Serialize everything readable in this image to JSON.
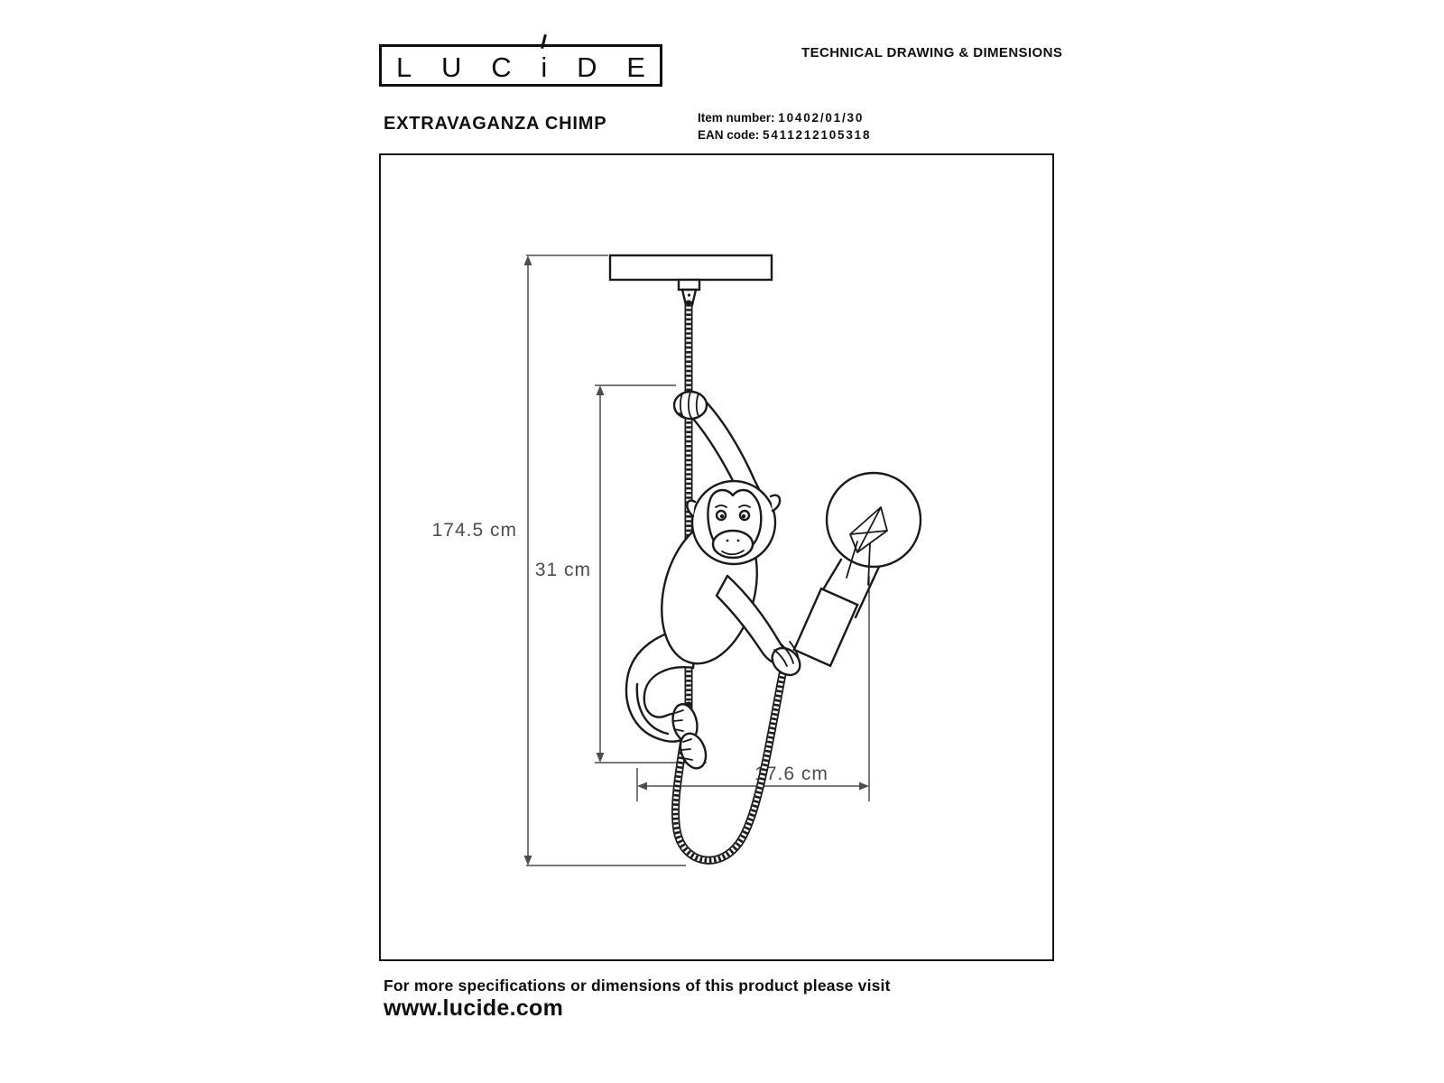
{
  "header": {
    "logo": {
      "letters": [
        "L",
        "U",
        "C",
        "i",
        "D",
        "E"
      ]
    },
    "doc_title": "TECHNICAL DRAWING & DIMENSIONS"
  },
  "product": {
    "name": "EXTRAVAGANZA CHIMP",
    "item_number_label": "Item number:",
    "item_number_value": "10402/01/30",
    "ean_label": "EAN code:",
    "ean_value": "5411212105318"
  },
  "drawing": {
    "dim_total_height": "174.5 cm",
    "dim_fixture_height": "31 cm",
    "dim_width": "17.6 cm"
  },
  "footer": {
    "note": "For more specifications or dimensions of this product please visit",
    "website": "www.lucide.com"
  },
  "colors": {
    "line": "#1a1a1a",
    "dimension": "#4d4d4d",
    "background": "#ffffff"
  }
}
